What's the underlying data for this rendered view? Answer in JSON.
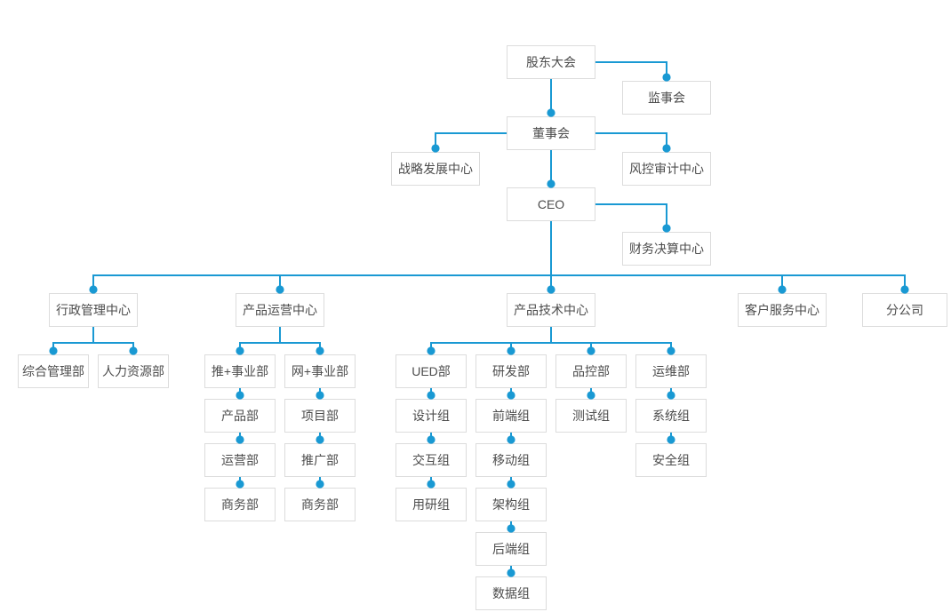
{
  "diagram": {
    "type": "org-chart",
    "accent_color": "#1999d3",
    "box_border_color": "#dcdcdc",
    "text_color": "#4c4c4c",
    "background_color": "#ffffff",
    "nodes": [
      {
        "id": "shareholders-meeting",
        "label": "股东大会"
      },
      {
        "id": "supervisory-board",
        "label": "监事会"
      },
      {
        "id": "board-of-directors",
        "label": "董事会"
      },
      {
        "id": "strategy-center",
        "label": "战略发展中心"
      },
      {
        "id": "risk-audit-center",
        "label": "风控审计中心"
      },
      {
        "id": "ceo",
        "label": "CEO"
      },
      {
        "id": "finance-center",
        "label": "财务决算中心"
      },
      {
        "id": "admin-center",
        "label": "行政管理中心"
      },
      {
        "id": "product-ops-center",
        "label": "产品运营中心"
      },
      {
        "id": "product-tech-center",
        "label": "产品技术中心"
      },
      {
        "id": "customer-service-center",
        "label": "客户服务中心"
      },
      {
        "id": "branch-company",
        "label": "分公司"
      },
      {
        "id": "general-admin-dept",
        "label": "综合管理部"
      },
      {
        "id": "hr-dept",
        "label": "人力资源部"
      },
      {
        "id": "tui-business-division",
        "label": "推+事业部"
      },
      {
        "id": "wang-business-division",
        "label": "网+事业部"
      },
      {
        "id": "ued-dept",
        "label": "UED部"
      },
      {
        "id": "rd-dept",
        "label": "研发部"
      },
      {
        "id": "qc-dept",
        "label": "品控部"
      },
      {
        "id": "ops-maintenance-dept",
        "label": "运维部"
      },
      {
        "id": "product-dept",
        "label": "产品部"
      },
      {
        "id": "operations-dept",
        "label": "运营部"
      },
      {
        "id": "business-dept-1",
        "label": "商务部"
      },
      {
        "id": "project-dept",
        "label": "项目部"
      },
      {
        "id": "promotion-dept",
        "label": "推广部"
      },
      {
        "id": "business-dept-2",
        "label": "商务部"
      },
      {
        "id": "design-group",
        "label": "设计组"
      },
      {
        "id": "interaction-group",
        "label": "交互组"
      },
      {
        "id": "user-research-group",
        "label": "用研组"
      },
      {
        "id": "frontend-group",
        "label": "前端组"
      },
      {
        "id": "mobile-group",
        "label": "移动组"
      },
      {
        "id": "architecture-group",
        "label": "架构组"
      },
      {
        "id": "backend-group",
        "label": "后端组"
      },
      {
        "id": "data-group",
        "label": "数据组"
      },
      {
        "id": "testing-group",
        "label": "测试组"
      },
      {
        "id": "system-group",
        "label": "系统组"
      },
      {
        "id": "security-group",
        "label": "安全组"
      }
    ],
    "edges": [
      [
        "shareholders-meeting",
        "supervisory-board"
      ],
      [
        "shareholders-meeting",
        "board-of-directors"
      ],
      [
        "board-of-directors",
        "strategy-center"
      ],
      [
        "board-of-directors",
        "risk-audit-center"
      ],
      [
        "board-of-directors",
        "ceo"
      ],
      [
        "ceo",
        "finance-center"
      ],
      [
        "ceo",
        "admin-center"
      ],
      [
        "ceo",
        "product-ops-center"
      ],
      [
        "ceo",
        "product-tech-center"
      ],
      [
        "ceo",
        "customer-service-center"
      ],
      [
        "ceo",
        "branch-company"
      ],
      [
        "admin-center",
        "general-admin-dept"
      ],
      [
        "admin-center",
        "hr-dept"
      ],
      [
        "product-ops-center",
        "tui-business-division"
      ],
      [
        "product-ops-center",
        "wang-business-division"
      ],
      [
        "tui-business-division",
        "product-dept"
      ],
      [
        "product-dept",
        "operations-dept"
      ],
      [
        "operations-dept",
        "business-dept-1"
      ],
      [
        "wang-business-division",
        "project-dept"
      ],
      [
        "project-dept",
        "promotion-dept"
      ],
      [
        "promotion-dept",
        "business-dept-2"
      ],
      [
        "product-tech-center",
        "ued-dept"
      ],
      [
        "product-tech-center",
        "rd-dept"
      ],
      [
        "product-tech-center",
        "qc-dept"
      ],
      [
        "product-tech-center",
        "ops-maintenance-dept"
      ],
      [
        "ued-dept",
        "design-group"
      ],
      [
        "design-group",
        "interaction-group"
      ],
      [
        "interaction-group",
        "user-research-group"
      ],
      [
        "rd-dept",
        "frontend-group"
      ],
      [
        "frontend-group",
        "mobile-group"
      ],
      [
        "mobile-group",
        "architecture-group"
      ],
      [
        "architecture-group",
        "backend-group"
      ],
      [
        "backend-group",
        "data-group"
      ],
      [
        "qc-dept",
        "testing-group"
      ],
      [
        "ops-maintenance-dept",
        "system-group"
      ],
      [
        "system-group",
        "security-group"
      ]
    ]
  }
}
